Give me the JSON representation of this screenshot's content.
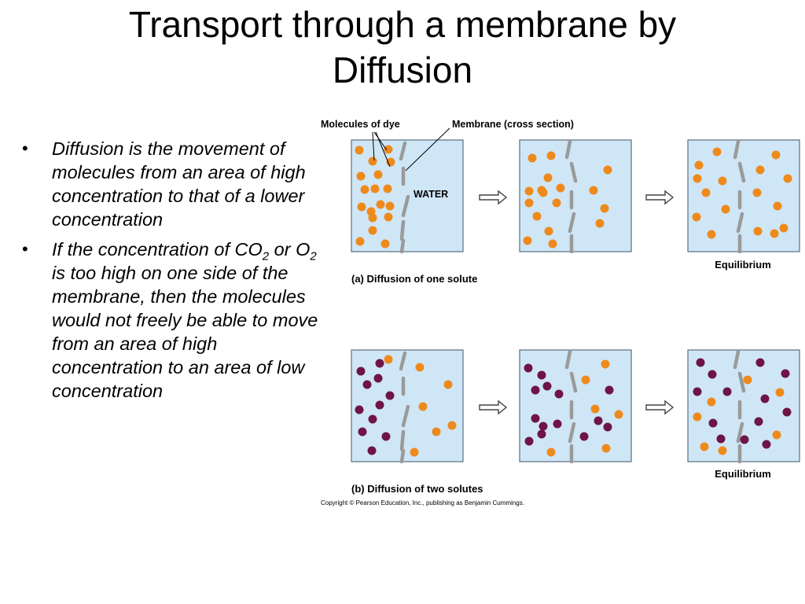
{
  "title": {
    "line1": "Transport through a membrane by",
    "line2": "Diffusion"
  },
  "bullets": [
    {
      "text": "Diffusion is the movement of molecules from an area of high concentration to that of a lower concentration"
    },
    {
      "part1": "If the concentration of CO",
      "sub1": "2",
      "part2": " or O",
      "sub2": "2",
      "part3": " is too high on one side of the membrane, then the molecules would not freely be able to move from an area of high concentration to an area of low concentration"
    }
  ],
  "diagram": {
    "label_dye": "Molecules of dye",
    "label_membrane": "Membrane (cross section)",
    "label_water": "WATER",
    "label_equilibrium_a": "Equilibrium",
    "label_equilibrium_b": "Equilibrium",
    "caption_a": "(a) Diffusion of one solute",
    "caption_b": "(b) Diffusion of two solutes",
    "copyright": "Copyright © Pearson Education, Inc., publishing as Benjamin Cummings.",
    "colors": {
      "water": "#cfe6f7",
      "dye_orange": "#ee8a1c",
      "dye_purple": "#6e1446",
      "membrane": "#9a9a9a",
      "arrow": "#444444"
    }
  }
}
